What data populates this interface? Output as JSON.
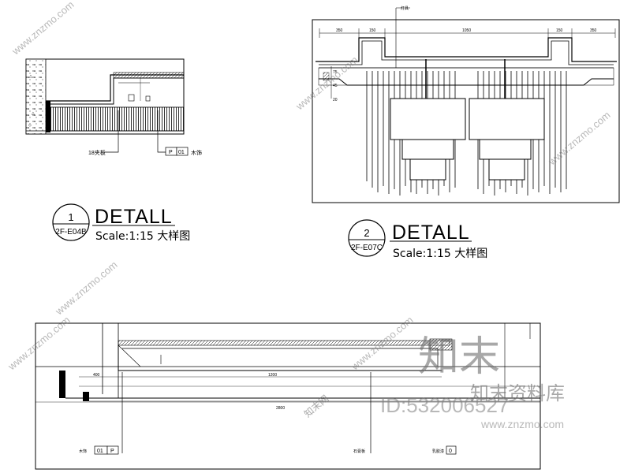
{
  "detail1": {
    "number": "1",
    "ref": "2F-E04B",
    "title": "DETALL",
    "scale": "Scale:1:15 大样图",
    "callout_left": "18夹板",
    "callout_tag": "P",
    "callout_code": "01",
    "callout_right": "木饰"
  },
  "detail2": {
    "number": "2",
    "ref": "2F-E07C",
    "title": "DETALL",
    "scale": "Scale:1:15 大样图",
    "dims_top": [
      "350",
      "150",
      "1050",
      "150",
      "350"
    ],
    "dims_left": [
      "75",
      "45",
      "20"
    ],
    "note_top": "灯具"
  },
  "detail3": {
    "tag_left_label": "木饰",
    "tag_left_code": "01",
    "tag_left_letter": "P",
    "label_mid": "石膏板",
    "label_right": "乳胶漆",
    "label_right_code": "0",
    "dim_upper": "1200",
    "dim_lower": "2800",
    "dim_left": "400"
  },
  "watermark": {
    "site": "www.znzmo.com",
    "brand": "知末",
    "brand_full": "知末资料库",
    "id_text": "ID:532006527",
    "small_cn": "知末网"
  }
}
